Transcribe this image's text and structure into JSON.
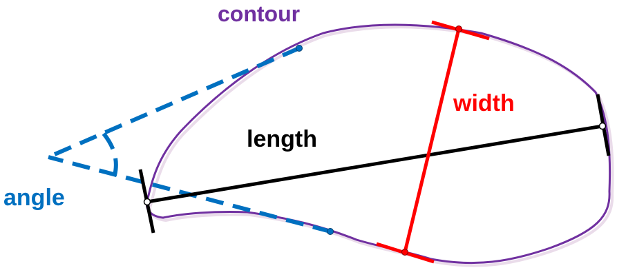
{
  "labels": {
    "contour": "contour",
    "width": "width",
    "length": "length",
    "angle": "angle"
  },
  "colors": {
    "contour": "#7030a0",
    "width": "#ff0000",
    "length": "#000000",
    "angle": "#0070c0",
    "contour_shadow": "#e38ee3"
  }
}
